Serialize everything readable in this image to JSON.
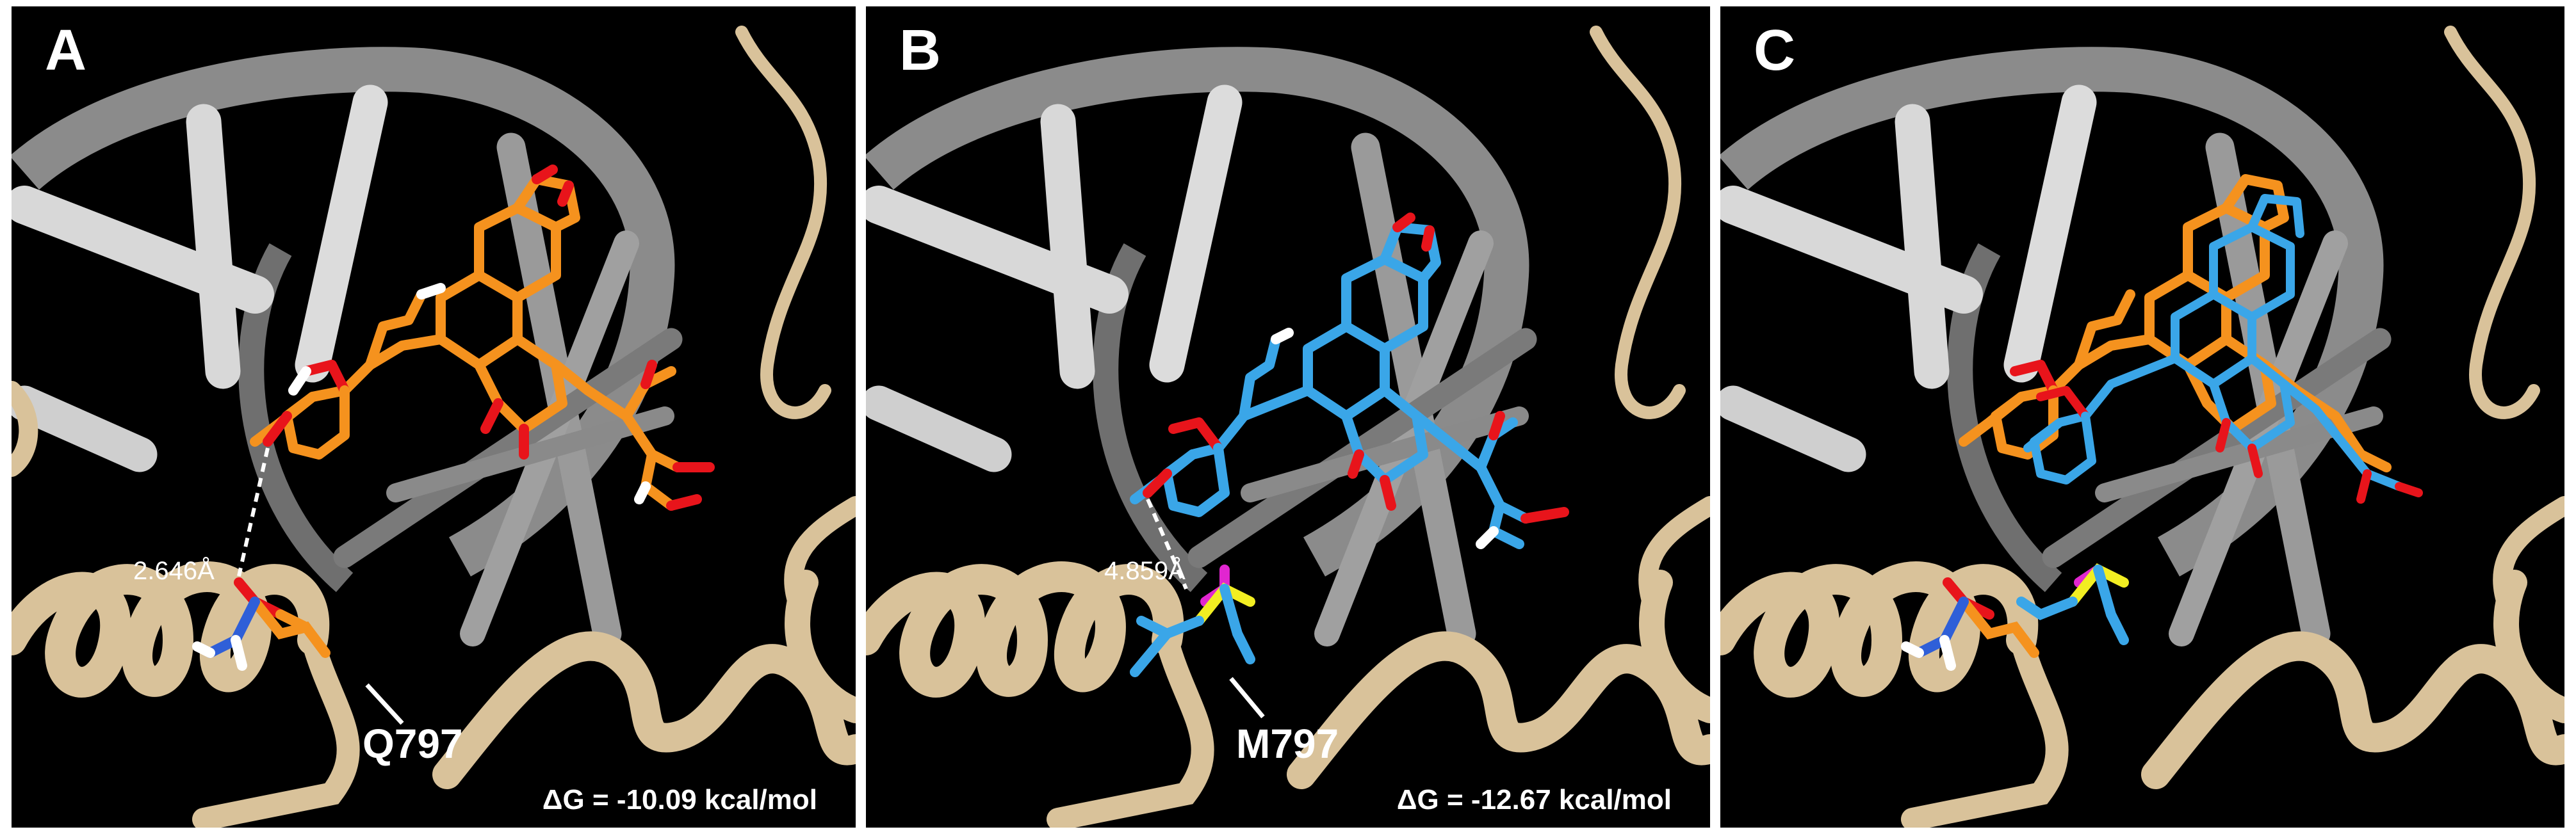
{
  "panels": [
    {
      "letter": "A",
      "residue": "Q797",
      "distance": "2.646Å",
      "energy": "ΔG = -10.09 kcal/mol",
      "ligand_color": "#f5921e"
    },
    {
      "letter": "B",
      "residue": "M797",
      "distance": "4.859Å",
      "energy": "ΔG = -12.67 kcal/mol",
      "ligand_color": "#3aa6e8"
    },
    {
      "letter": "C",
      "residue": "",
      "distance": "",
      "energy": "",
      "ligand_color": "overlay"
    }
  ],
  "colors": {
    "background": "#000000",
    "protein_ribbon": "#d9c29a",
    "dna_cylinders": "#bfbfbf",
    "orange_ligand": "#f5921e",
    "blue_ligand": "#3aa6e8",
    "oxygen": "#e8141b",
    "nitrogen": "#2f5fd8",
    "hydrogen": "#ffffff",
    "sulfur": "#f2ee22",
    "highlight_magenta": "#e126d0"
  },
  "icons": [
    "dna-helix-icon",
    "protein-ribbon-icon",
    "ligand-stick-model-icon",
    "hydrogen-bond-dashed-line-icon"
  ]
}
